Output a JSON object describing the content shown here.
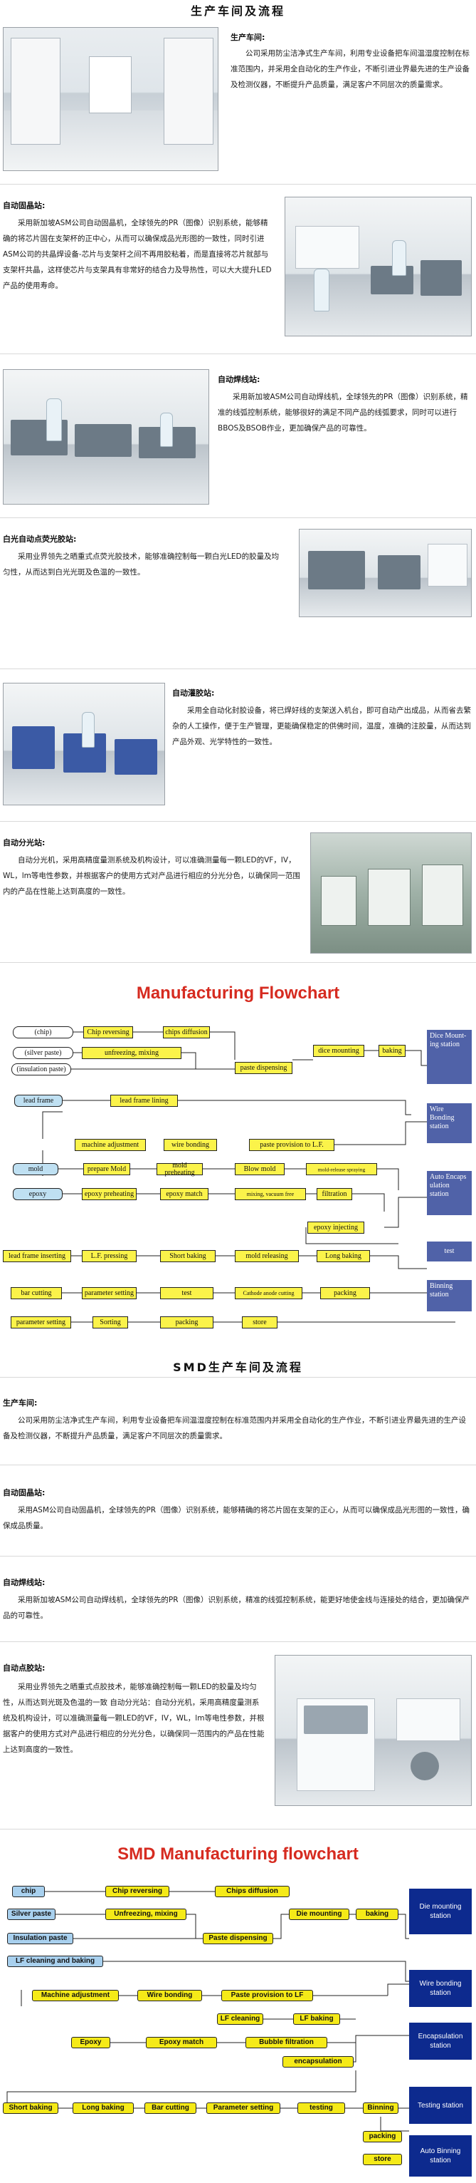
{
  "production": {
    "title": "生产车间及流程",
    "workshop": {
      "heading": "生产车间:",
      "text": "公司采用防尘洁净式生产车间，利用专业设备把车间温湿度控制在标准范围内，并采用全自动化的生产作业，不断引进业界最先进的生产设备及检测仪器，不断提升产品质量，满足客户不同层次的质量需求。"
    },
    "die_bond": {
      "heading": "自动固晶站:",
      "text": "采用新加坡ASM公司自动固晶机，全球领先的PR（图像）识别系统，能够精确的将芯片固在支架杯的正中心，从而可以确保成品光形图的一致性，同时引进ASM公司的共晶焊设备-芯片与支架杆之间不再用胶粘着，而是直接将芯片就部与支架杆共晶，这样使芯片与支架具有非常好的结合力及导热性，可以大大提升LED产品的使用寿命。"
    },
    "wire_bond": {
      "heading": "自动焊线站:",
      "text": "采用新加坡ASM公司自动焊线机，全球领先的PR（图像）识别系统，精准的线弧控制系统，能够很好的满足不同产品的线弧要求，同时可以进行BBOS及BSOB作业，更加确保产品的可靠性。"
    },
    "phosphor": {
      "heading": "白光自动点荧光胶站:",
      "text": "采用业界领先之晒重式点荧光胶技术，能够准确控制每一颗白光LED的胶量及均匀性，从而达到白光光斑及色温的一致性。"
    },
    "potting": {
      "heading": "自动灌胶站:",
      "text": "采用全自动化封胶设备，将已焊好线的支架送入机台，即可自动产出成品，从而省去繁杂的人工操作，便于生产管理，更能确保稳定的供佛时间，温度，准确的注胶量，从而达到产品外观、光学特性的一致性。"
    },
    "sorting": {
      "heading": "自动分光站:",
      "text": "自动分光机，采用高精度量测系统及机构设计，可以准确测量每一颗LED的VF，IV，WL，lm等电性参数，并根据客户的使用方式对产品进行相应的分光分色，以确保同一范围内的产品在性能上达到高度的一致性。"
    }
  },
  "flow1": {
    "title": "Manufacturing Flowchart",
    "inputs": [
      "(chip)",
      "(silver paste)",
      "(insulation paste)",
      "lead frame",
      "mold",
      "epoxy"
    ],
    "steps": {
      "chip_reversing": "Chip reversing",
      "chips_diffusion": "chips diffusion",
      "unfreezing": "unfreezing, mixing",
      "paste_dispensing": "paste dispensing",
      "dice_mounting": "dice mounting",
      "baking": "baking",
      "lead_frame_lining": "lead frame lining",
      "machine_adjustment": "machine adjustment",
      "wire_bonding": "wire bonding",
      "paste_provision": "paste provision to L.F.",
      "prepare_mold": "prepare Mold",
      "mold_preheating": "mold preheating",
      "blow_mold": "Blow mold",
      "mold_release": "mold-release spraying",
      "epoxy_preheating": "epoxy preheating",
      "epoxy_match": "epoxy match",
      "mixing_vacuum": "mixing, vacuum free",
      "filtration": "filtration",
      "epoxy_injecting": "epoxy injecting",
      "lead_frame_inserting": "lead frame inserting",
      "lf_pressing": "L.F.  pressing",
      "short_baking": "Short  baking",
      "mold_releasing": "mold releasing",
      "long_baking": "Long baking",
      "bar_cutting": "bar cutting",
      "parameter_setting": "parameter setting",
      "test": "test",
      "cathode_cutting": "Cathode anode cutting",
      "packing": "packing",
      "parameter_setting2": "parameter setting",
      "sorting": "Sorting",
      "packing2": "packing",
      "store": "store"
    },
    "stations": [
      "Dice Mount-ing station",
      "Wire Bonding station",
      "Auto Encaps ulation station",
      "test",
      "Binning station"
    ]
  },
  "smd": {
    "title": "SMD生产车间及流程",
    "workshop": {
      "heading": "生产车间:",
      "text": "公司采用防尘洁净式生产车间，利用专业设备把车间温湿度控制在标准范围内并采用全自动化的生产作业，不断引进业界最先进的生产设备及检测仪器，不断提升产品质量，满足客户不同层次的质量需求。"
    },
    "die_bond": {
      "heading": "自动固晶站:",
      "text": "采用ASM公司自动固晶机，全球领先的PR（图像）识别系统，能够精确的将芯片固在支架的正心，从而可以确保成品光形图的一致性，确保成品质量。"
    },
    "wire_bond": {
      "heading": "自动焊线站:",
      "text": "采用新加坡ASM公司自动焊线机，全球领先的PR（图像）识别系统，精准的线弧控制系统，能更好地使金线与连接处的结合，更加确保产品的可靠性。"
    },
    "dispense": {
      "heading": "自动点胶站:",
      "text": "采用业界领先之晒重式点胶技术，能够准确控制每一颗LED的胶量及均匀性，从而达到光斑及色温的一致 自动分光站：自动分光机，采用高精度量测系统及机构设计，可以准确测量每一颗LED的VF，IV，WL，lm等电性参数，并根据客户的使用方式对产品进行相应的分光分色，以确保同一范围内的产品在性能上达到高度的一致性。"
    }
  },
  "flow2": {
    "title": "SMD Manufacturing flowchart",
    "inputs": [
      "chip",
      "Silver paste",
      "Insulation paste",
      "LF cleaning and baking"
    ],
    "steps": {
      "chip_reversing": "Chip reversing",
      "chips_diffusion": "Chips diffusion",
      "unfreezing": "Unfreezing, mixing",
      "paste_dispensing": "Paste dispensing",
      "die_mounting": "Die mounting",
      "baking": "baking",
      "machine_adjustment": "Machine adjustment",
      "wire_bonding": "Wire bonding",
      "paste_provision": "Paste provision to LF",
      "lf_cleaning": "LF cleaning",
      "lf_baking": "LF baking",
      "epoxy": "Epoxy",
      "epoxy_match": "Epoxy match",
      "bubble_filtration": "Bubble filtration",
      "encapsulation": "encapsulation",
      "short_baking": "Short baking",
      "long_baking": "Long baking",
      "bar_cutting": "Bar cutting",
      "parameter_setting": "Parameter setting",
      "testing": "testing",
      "binning": "Binning",
      "packing": "packing",
      "store": "store"
    },
    "stations": [
      "Die mounting station",
      "Wire bonding station",
      "Encapsulation station",
      "Testing station",
      "Auto Binning station"
    ]
  },
  "colors": {
    "accent_red": "#d62b20",
    "step_yellow": "#fbf34a",
    "input_blue": "#bfe0f2",
    "station_purple": "#5062a8",
    "station_navy": "#0d2a8e"
  }
}
